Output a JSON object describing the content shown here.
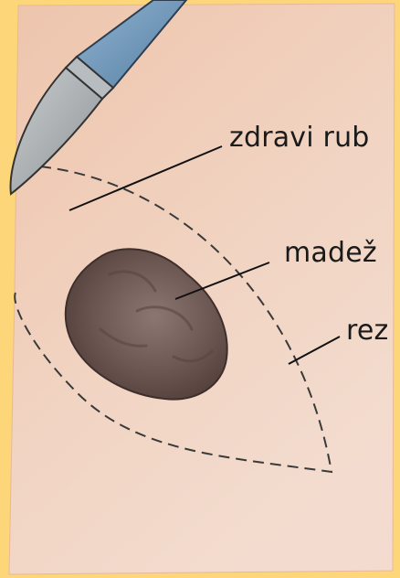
{
  "labels": {
    "healthy_margin": "zdravi rub",
    "spot": "madež",
    "incision": "rez"
  },
  "icons": {
    "tool": "scalpel-icon"
  },
  "colors": {
    "background": "#fcd679",
    "skin": "#f0d3bf",
    "spot": "#6e5550",
    "scalpel_handle": "#6f97b9",
    "scalpel_blade": "#aeb3b6"
  }
}
